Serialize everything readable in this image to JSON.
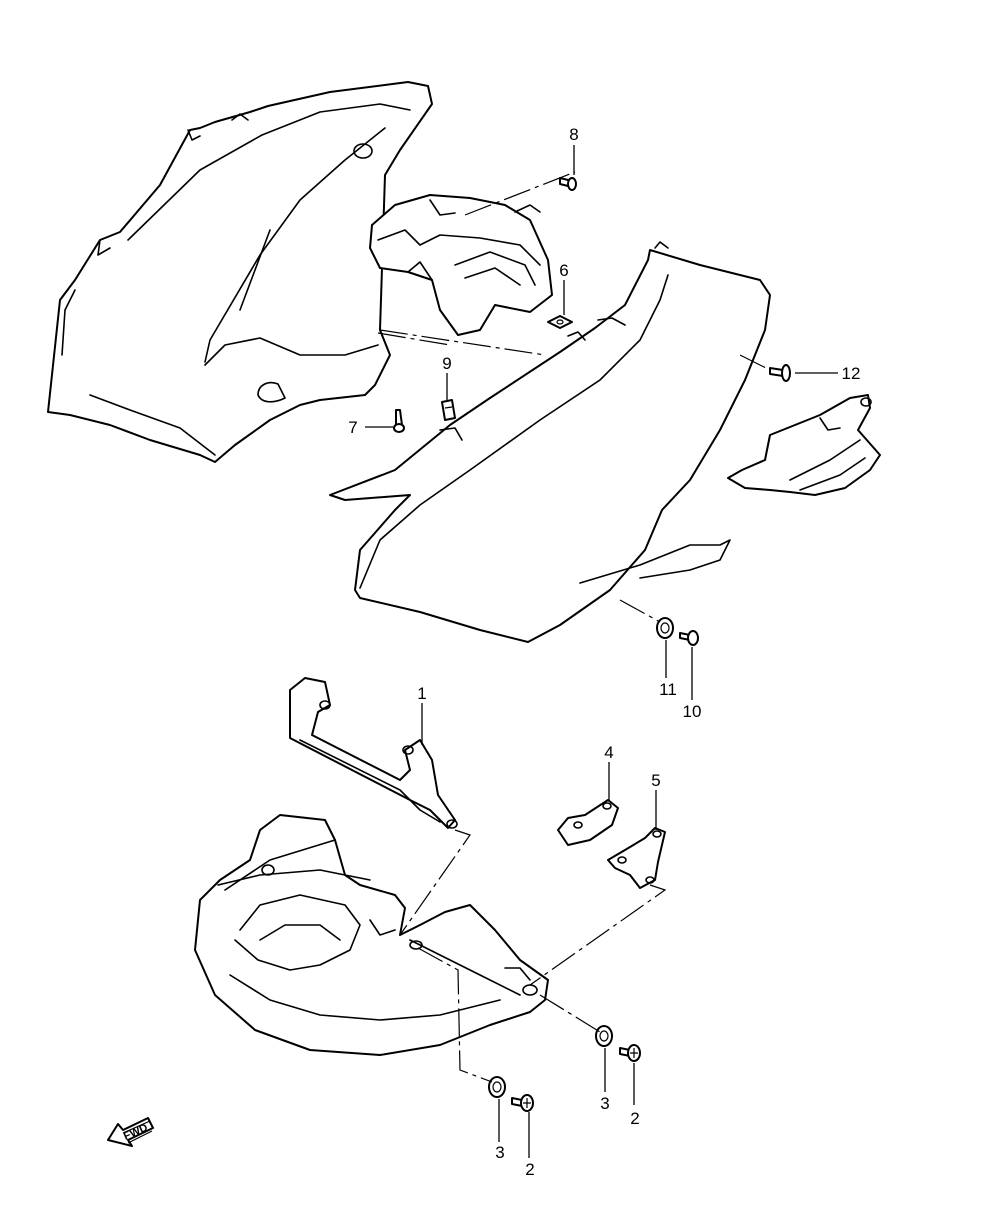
{
  "callouts": {
    "c1": "1",
    "c2a": "2",
    "c2b": "2",
    "c3a": "3",
    "c3b": "3",
    "c4": "4",
    "c5": "5",
    "c6": "6",
    "c7": "7",
    "c8": "8",
    "c9": "9",
    "c10": "10",
    "c11": "11",
    "c12": "12"
  },
  "direction": {
    "label": "FWD"
  }
}
